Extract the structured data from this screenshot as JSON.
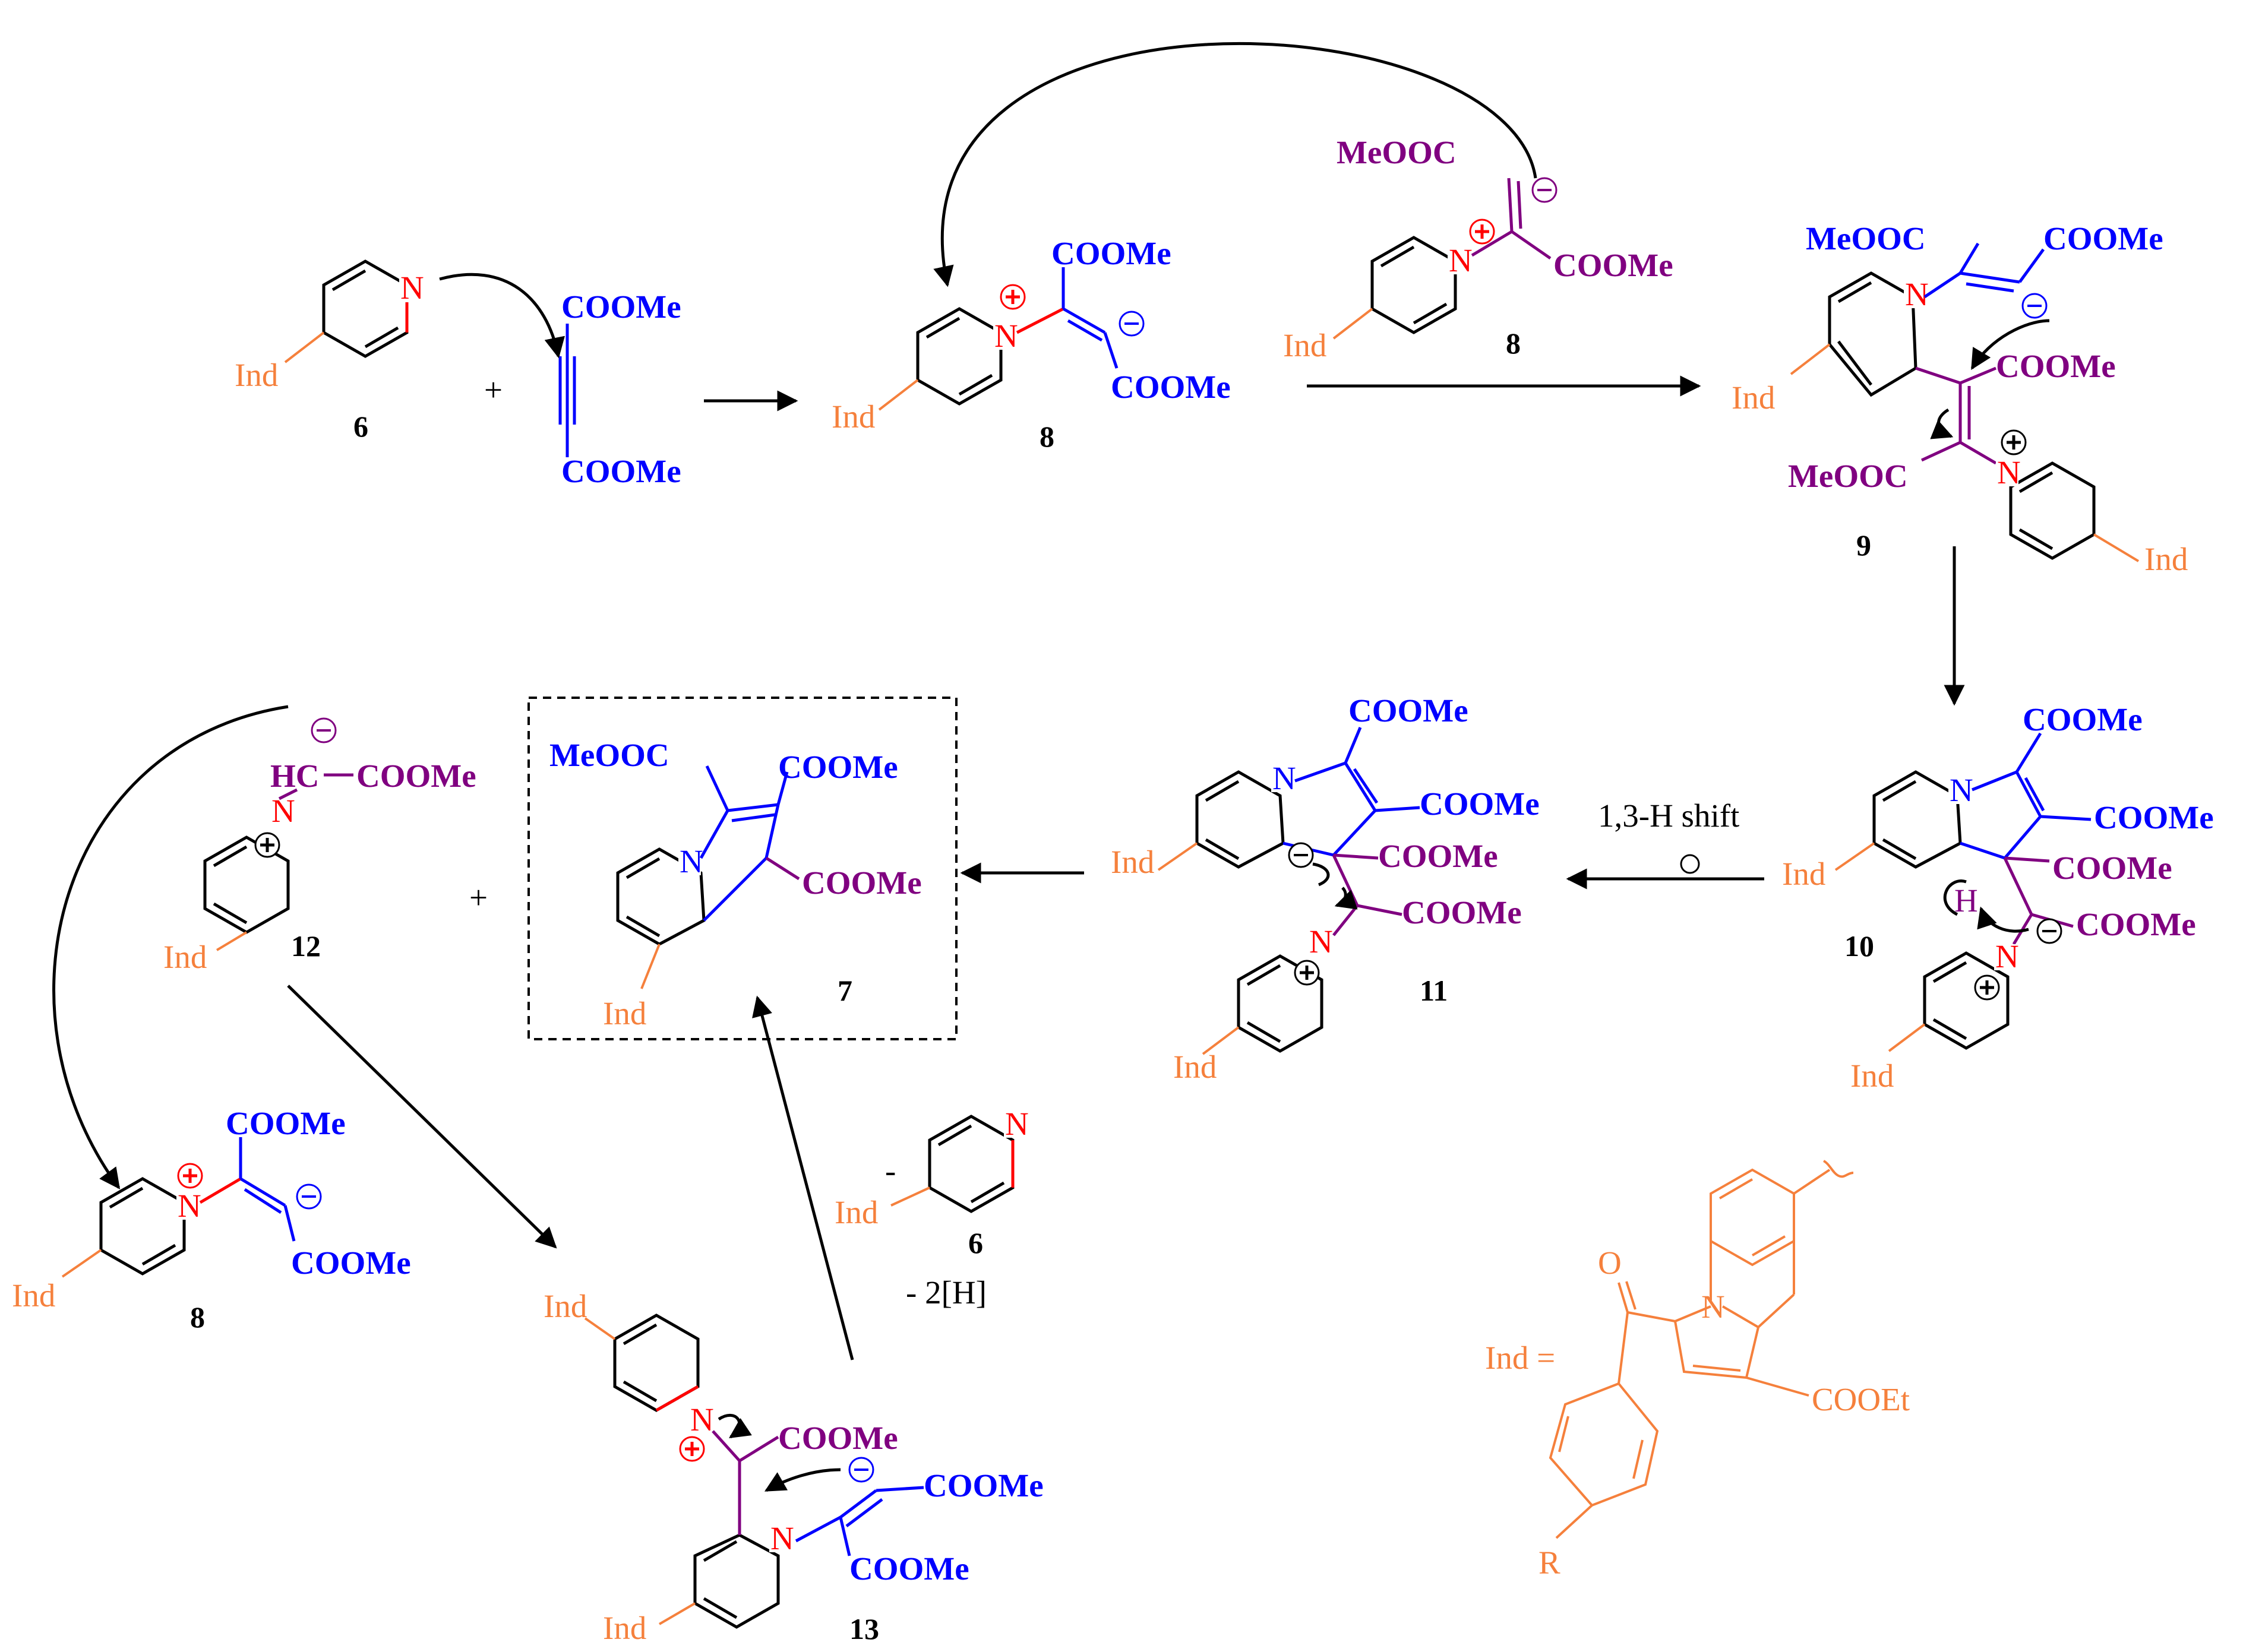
{
  "labels": {
    "ind": "Ind",
    "n": "N",
    "h": "H",
    "r": "R",
    "o": "O",
    "cooMe": "COOMe",
    "meooc": "MeOOC",
    "hc": "HC",
    "cooEt": "COOEt",
    "indEq": "Ind =",
    "plus": "+",
    "minus": "-",
    "shift": "1,3-H shift",
    "minus2H": "- 2[H]"
  },
  "compounds": [
    "6",
    "8",
    "8",
    "9",
    "10",
    "11",
    "7",
    "12",
    "8",
    "13",
    "6"
  ],
  "colors": {
    "ind": "#f5803c",
    "acetylene": "#0000ff",
    "second_unit": "#800080",
    "nitrogen": "#ff0000"
  }
}
